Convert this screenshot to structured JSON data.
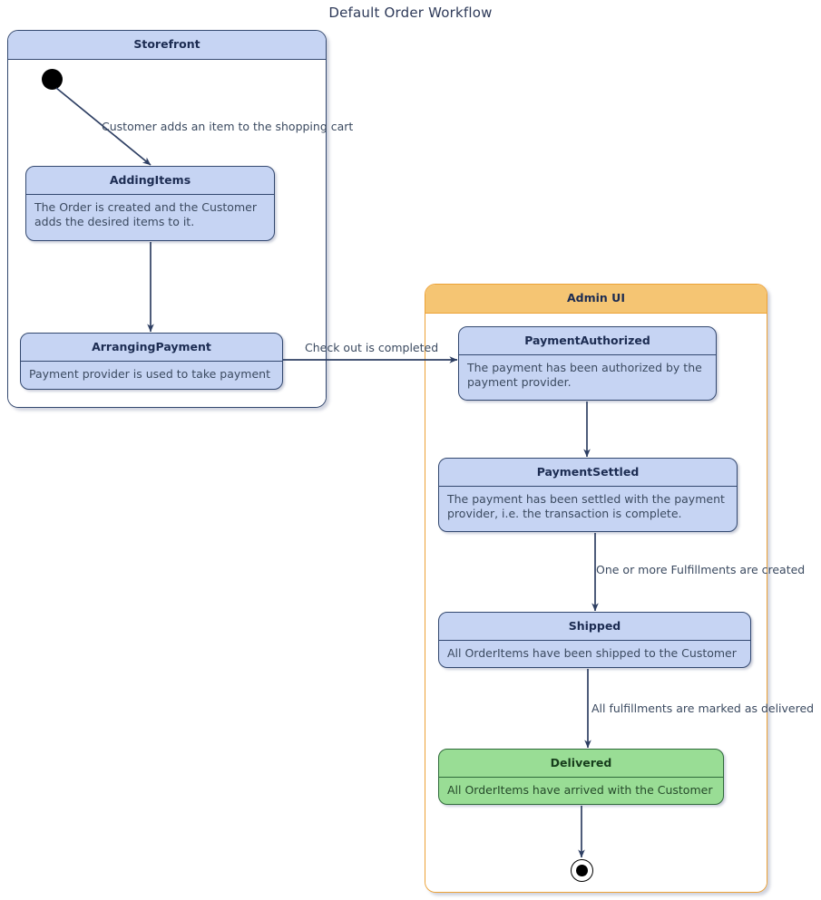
{
  "diagram": {
    "title": "Default Order Workflow",
    "type": "uml-state-machine"
  },
  "colors": {
    "state_fill": "#c6d4f3",
    "state_border": "#33486f",
    "admin_header_fill": "#f5c573",
    "admin_border": "#eda236",
    "final_state_fill": "#99dd95",
    "final_state_border": "#2f6b3a",
    "edge_stroke": "#2e3f63",
    "title_text": "#2e3a59"
  },
  "regions": [
    {
      "id": "storefront",
      "label": "Storefront"
    },
    {
      "id": "admin-ui",
      "label": "Admin UI"
    }
  ],
  "states": [
    {
      "id": "adding-items",
      "name": "AddingItems",
      "description": "The Order is created and the Customer adds the desired items to it.",
      "region": "storefront"
    },
    {
      "id": "arranging-payment",
      "name": "ArrangingPayment",
      "description": "Payment provider is used to take payment",
      "region": "storefront"
    },
    {
      "id": "payment-authorized",
      "name": "PaymentAuthorized",
      "description": "The payment has been authorized by the payment provider.",
      "region": "admin-ui"
    },
    {
      "id": "payment-settled",
      "name": "PaymentSettled",
      "description": "The payment has been settled with the payment provider, i.e. the transaction is complete.",
      "region": "admin-ui"
    },
    {
      "id": "shipped",
      "name": "Shipped",
      "description": "All OrderItems have been shipped to the Customer",
      "region": "admin-ui"
    },
    {
      "id": "delivered",
      "name": "Delivered",
      "description": "All OrderItems have arrived with the Customer",
      "region": "admin-ui"
    }
  ],
  "pseudostates": [
    {
      "id": "initial",
      "kind": "initial",
      "region": "storefront"
    },
    {
      "id": "final",
      "kind": "final",
      "region": "admin-ui"
    }
  ],
  "transitions": [
    {
      "id": "t1",
      "from": "initial",
      "to": "adding-items",
      "label": "Customer adds an item to the shopping cart"
    },
    {
      "id": "t2",
      "from": "adding-items",
      "to": "arranging-payment",
      "label": ""
    },
    {
      "id": "t3",
      "from": "arranging-payment",
      "to": "payment-authorized",
      "label": "Check out is completed"
    },
    {
      "id": "t4",
      "from": "payment-authorized",
      "to": "payment-settled",
      "label": ""
    },
    {
      "id": "t5",
      "from": "payment-settled",
      "to": "shipped",
      "label": "One or more Fulfillments are created"
    },
    {
      "id": "t6",
      "from": "shipped",
      "to": "delivered",
      "label": "All fulfillments are marked as delivered"
    },
    {
      "id": "t7",
      "from": "delivered",
      "to": "final",
      "label": ""
    }
  ]
}
